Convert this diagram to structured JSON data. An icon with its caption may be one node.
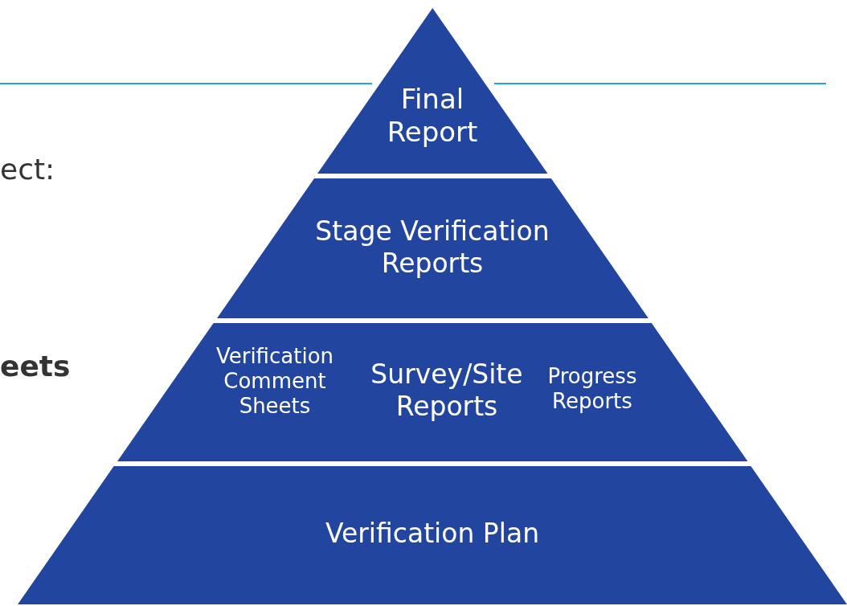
{
  "diagram": {
    "nodes": [
      {
        "text": [
          "Final Report"
        ]
      },
      {
        "text": [
          "Stage Verification Reports"
        ]
      },
      {
        "text": [
          "Verification Comment Sheets",
          "Survey/Site Reports",
          "Progress Reports"
        ]
      },
      {
        "text": [
          "Verification Plan"
        ]
      }
    ],
    "labels": [
      "ect:",
      "eets"
    ]
  }
}
